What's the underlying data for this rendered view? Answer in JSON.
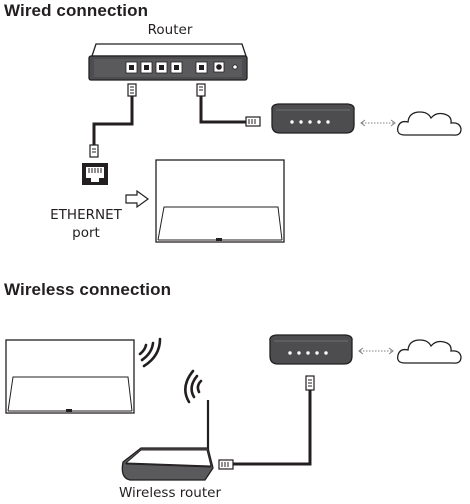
{
  "wired": {
    "heading": "Wired connection",
    "router_label": "Router",
    "ethernet_label": "ETHERNET",
    "port_label": "port"
  },
  "wireless": {
    "heading": "Wireless connection",
    "router_label": "Wireless router"
  }
}
